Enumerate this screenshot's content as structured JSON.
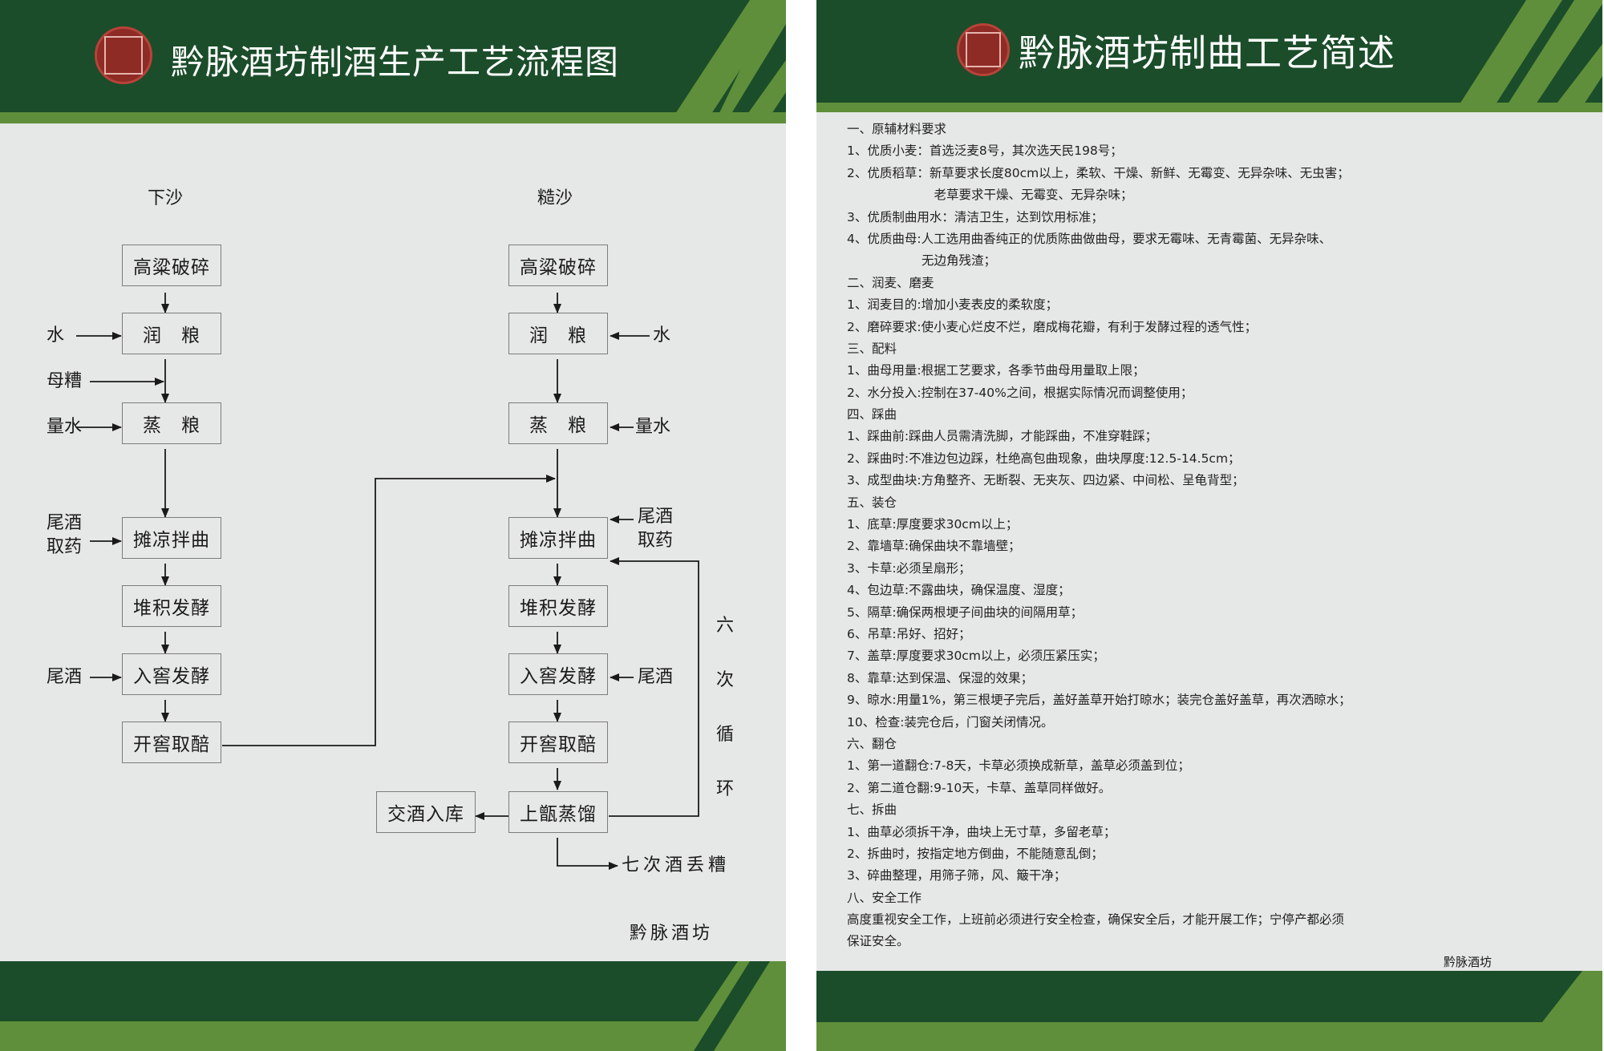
{
  "left": {
    "title": "黔脉酒坊制酒生产工艺流程图",
    "columns": {
      "xiasha": "下沙",
      "zaosha": "糙沙"
    },
    "left_boxes": [
      "高粱破碎",
      "润　粮",
      "蒸　粮",
      "摊凉拌曲",
      "堆积发酵",
      "入窖发酵",
      "开窖取醅"
    ],
    "right_boxes": [
      "高粱破碎",
      "润　粮",
      "蒸　粮",
      "摊凉拌曲",
      "堆积发酵",
      "入窖发酵",
      "开窖取醅",
      "上甑蒸馏"
    ],
    "storage_box": "交酒入库",
    "inputs_left": {
      "water": "水",
      "mother": "母糟",
      "measure": "量水",
      "tail1": "尾酒",
      "tail2": "取药",
      "tail3": "尾酒"
    },
    "inputs_right": {
      "water": "水",
      "measure": "量水",
      "tail1": "尾酒",
      "tail2": "取药",
      "tail3": "尾酒"
    },
    "cycle_chars": [
      "六",
      "次",
      "循",
      "环"
    ],
    "discard": "七次酒丢糟",
    "brand": "黔脉酒坊"
  },
  "right": {
    "title": "黔脉酒坊制曲工艺简述",
    "lines": [
      "一、原辅材料要求",
      "1、优质小麦：首选泛麦8号，其次选天民198号；",
      "2、优质稻草：新草要求长度80cm以上，柔软、干燥、新鲜、无霉变、无异杂味、无虫害；",
      "　　　　　　　老草要求干燥、无霉变、无异杂味；",
      "3、优质制曲用水：清洁卫生，达到饮用标准；",
      "4、优质曲母:人工选用曲香纯正的优质陈曲做曲母，要求无霉味、无青霉菌、无异杂味、",
      "　　　　　　无边角残渣；",
      "二、润麦、磨麦",
      "1、润麦目的:增加小麦表皮的柔软度；",
      "2、磨碎要求:使小麦心烂皮不烂，磨成梅花瓣，有利于发酵过程的透气性；",
      "三、配料",
      "1、曲母用量:根据工艺要求，各季节曲母用量取上限；",
      "2、水分投入:控制在37-40%之间，根据实际情况而调整使用；",
      "四、踩曲",
      "1、踩曲前:踩曲人员需清洗脚，才能踩曲，不准穿鞋踩；",
      "2、踩曲时:不准边包边踩，杜绝高包曲现象，曲块厚度:12.5-14.5cm；",
      "3、成型曲块:方角整齐、无断裂、无夹灰、四边紧、中间松、呈龟背型；",
      "五、装仓",
      "1、底草:厚度要求30cm以上；",
      "2、靠墙草:确保曲块不靠墙壁；",
      "3、卡草:必须呈扇形；",
      "4、包边草:不露曲块，确保温度、湿度；",
      "5、隔草:确保两根埂子间曲块的间隔用草；",
      "6、吊草:吊好、招好；",
      "7、盖草:厚度要求30cm以上，必须压紧压实；",
      "8、靠草:达到保温、保湿的效果；",
      "9、晾水:用量1%，第三根埂子完后，盖好盖草开始打晾水；装完仓盖好盖草，再次洒晾水；",
      "10、检查:装完仓后，门窗关闭情况。",
      "六、翻仓",
      "1、第一道翻仓:7-8天，卡草必须换成新草，盖草必须盖到位；",
      "2、第二道仓翻:9-10天，卡草、盖草同样做好。",
      "七、拆曲",
      "1、曲草必须拆干净，曲块上无寸草，多留老草；",
      "2、拆曲时，按指定地方倒曲，不能随意乱倒；",
      "3、碎曲整理，用筛子筛，风、簸干净；",
      "八、安全工作",
      "高度重视安全工作，上班前必须进行安全检查，确保安全后，才能开展工作；宁停产都必须",
      "保证安全。"
    ],
    "brand": "黔脉酒坊"
  },
  "colors": {
    "header": "#1b4d2a",
    "accent": "#5f8f3a",
    "panel": "#e6e8e7",
    "seal": "#8e2b25"
  }
}
